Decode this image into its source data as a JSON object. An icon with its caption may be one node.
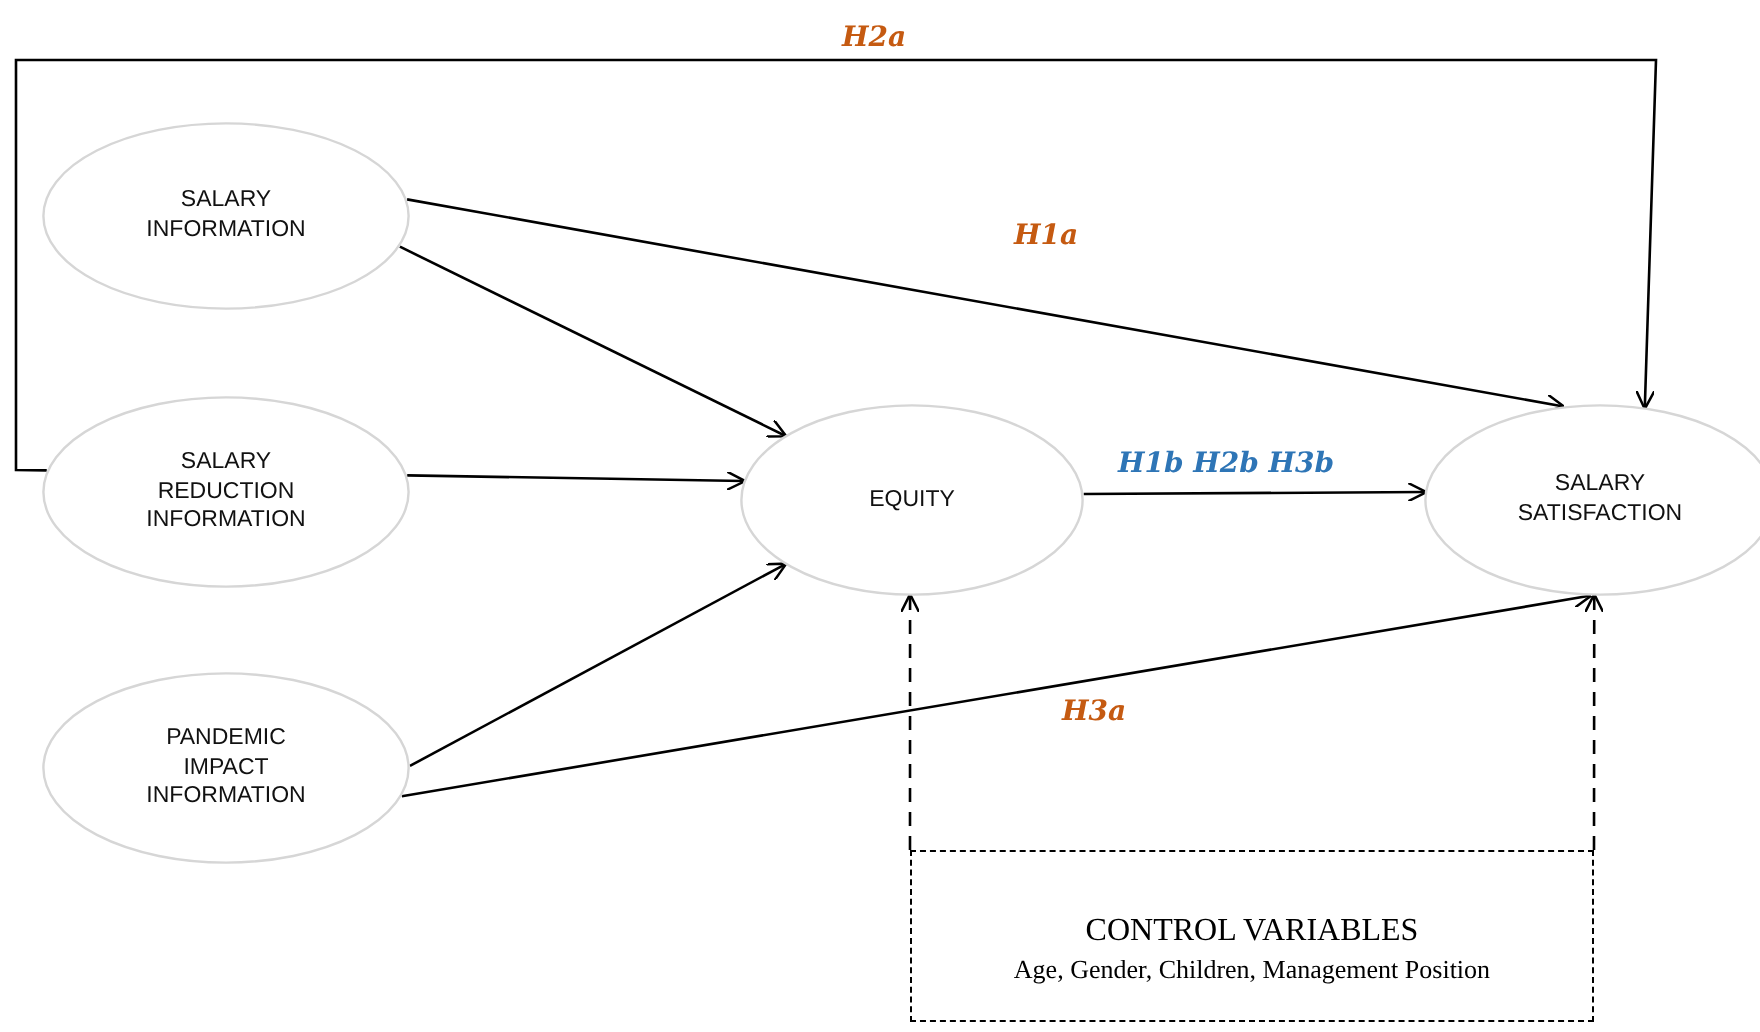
{
  "diagram": {
    "nodes": [
      {
        "text": [
          "SALARY INFORMATION"
        ]
      },
      {
        "text": [
          "SALARY REDUCTION INFORMATION"
        ]
      },
      {
        "text": [
          "PANDEMIC IMPACT INFORMATION"
        ]
      },
      {
        "text": [
          "EQUITY"
        ]
      },
      {
        "text": [
          "SALARY SATISFACTION"
        ]
      },
      {
        "text": [
          "CONTROL VARIABLES",
          "Age, Gender, Children, Management Position"
        ]
      }
    ],
    "edges": [
      {
        "from": 0,
        "to": 3,
        "arrow": "to"
      },
      {
        "from": 0,
        "to": 4,
        "arrow": "to",
        "label": "H1a"
      },
      {
        "from": 1,
        "to": 3,
        "arrow": "to"
      },
      {
        "from": 1,
        "to": 4,
        "arrow": "to",
        "label": "H2a"
      },
      {
        "from": 2,
        "to": 3,
        "arrow": "to"
      },
      {
        "from": 2,
        "to": 4,
        "arrow": "to",
        "label": "H3a"
      },
      {
        "from": 3,
        "to": 4,
        "arrow": "to",
        "label": "H1b H2b H3b"
      },
      {
        "from": 5,
        "to": 3,
        "arrow": "to",
        "style": "dashed"
      },
      {
        "from": 5,
        "to": 4,
        "arrow": "to",
        "style": "dashed"
      }
    ]
  }
}
